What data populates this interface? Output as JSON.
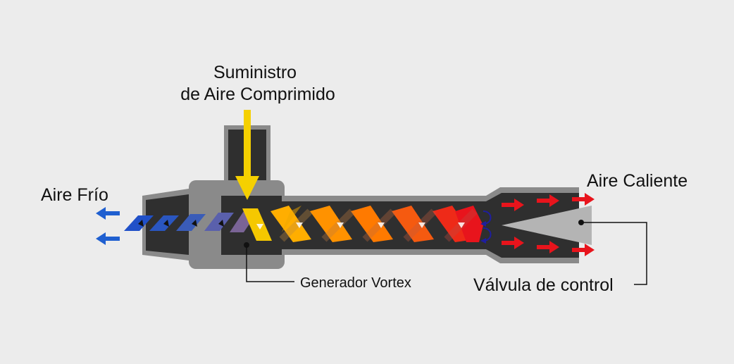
{
  "labels": {
    "supply_line1": "Suministro",
    "supply_line2": "de Aire Comprimido",
    "cold_air": "Aire Frío",
    "hot_air": "Aire Caliente",
    "vortex_generator": "Generador Vortex",
    "control_valve": "Válvula de control"
  },
  "colors": {
    "background": "#ececec",
    "housing_outer": "#8a8a8a",
    "housing_dark": "#2f2f2f",
    "cold": "#1f5fd0",
    "supply": "#f5d000",
    "hot": "#e8141c",
    "valve": "#b4b4b4"
  },
  "icons": [
    "arrow-down-icon",
    "arrow-left-icon",
    "arrow-right-icon",
    "swirl-return-icon"
  ]
}
